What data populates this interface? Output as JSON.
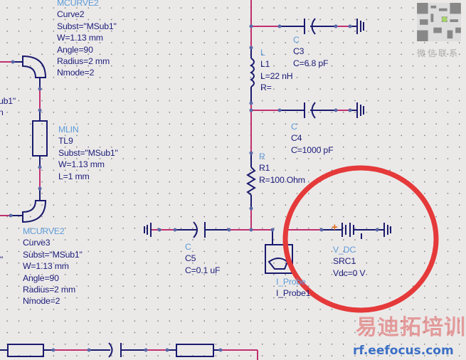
{
  "components": {
    "curve2": {
      "type": "MCURVE2",
      "name": "Curve2",
      "params": [
        "Subst=\"MSub1\"",
        "W=1.13 mm",
        "Angle=90",
        "Radius=2 mm",
        "Nmode=2"
      ]
    },
    "tl9": {
      "type": "MLIN",
      "name": "TL9",
      "params": [
        "Subst=\"MSub1\"",
        "W=1.13 mm",
        "L=1 mm"
      ]
    },
    "c3": {
      "type": "C",
      "name": "C3",
      "params": [
        "C=6.8 pF"
      ]
    },
    "l1": {
      "type": "L",
      "name": "L1",
      "params": [
        "L=22 nH",
        "R="
      ]
    },
    "c4": {
      "type": "C",
      "name": "C4",
      "params": [
        "C=1000 pF"
      ]
    },
    "r1": {
      "type": "R",
      "name": "R1",
      "params": [
        "R=100 Ohm"
      ]
    },
    "c5": {
      "type": "C",
      "name": "C5",
      "params": [
        "C=0.1 uF"
      ]
    },
    "curve3": {
      "type": "MCURVE2",
      "name": "Curve3",
      "params": [
        "Subst=\"MSub1\"",
        "W=1.13 mm",
        "Angle=90",
        "Radius=2 mm",
        "Nmode=2"
      ]
    },
    "iprobe": {
      "type": "I_Probe",
      "name": "I_Probe1"
    },
    "src1": {
      "type": "V_DC",
      "name": "SRC1",
      "params": [
        "Vdc=0 V"
      ],
      "plus": "+"
    }
  },
  "partial_labels": {
    "left1": "ub1\"",
    "left2": "n",
    "left3": "\""
  },
  "watermark": {
    "cn": "易迪拓培训",
    "url": "rf.eefocus.com",
    "qr_caption": "微信联系"
  },
  "colors": {
    "wire": "#c0306e",
    "component": "#1a1a6e",
    "highlight_circle": "#e5393a",
    "type_label": "#5d9bd8"
  }
}
